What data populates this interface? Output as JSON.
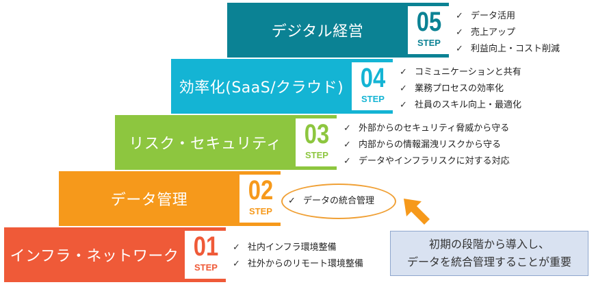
{
  "steps": [
    {
      "number": "01",
      "step_label": "STEP",
      "title": "インフラ・ネットワーク",
      "color": "#ef5a38",
      "items": [
        "社内インフラ環境整備",
        "社外からのリモート環境整備"
      ]
    },
    {
      "number": "02",
      "step_label": "STEP",
      "title": "データ管理",
      "color": "#f6991b",
      "items": [
        "データの統合管理"
      ]
    },
    {
      "number": "03",
      "step_label": "STEP",
      "title": "リスク・セキュリティ",
      "color": "#8dc63f",
      "items": [
        "外部からのセキュリティ脅威から守る",
        "内部からの情報漏洩リスクから守る",
        "データやインフラリスクに対する対応"
      ]
    },
    {
      "number": "04",
      "step_label": "STEP",
      "title": "効率化(SaaS/クラウド)",
      "color": "#14b4d4",
      "items": [
        "コミュニケーションと共有",
        "業務プロセスの効率化",
        "社員のスキル向上・最適化"
      ]
    },
    {
      "number": "05",
      "step_label": "STEP",
      "title": "デジタル経営",
      "color": "#0b8294",
      "items": [
        "データ活用",
        "売上アップ",
        "利益向上・コスト削減"
      ]
    }
  ],
  "check_mark": "✓",
  "highlight_color": "#f0a035",
  "callout": {
    "line1": "初期の段階から導入し、",
    "line2": "データを統合管理することが重要"
  }
}
